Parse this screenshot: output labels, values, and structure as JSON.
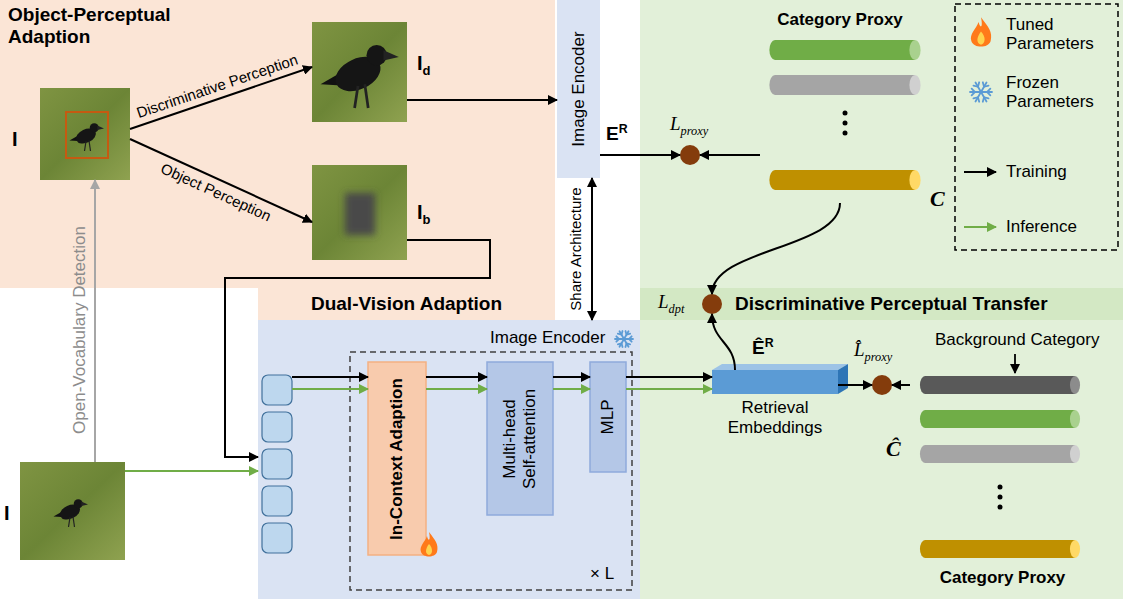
{
  "diagram": {
    "nodes": [
      {
        "text": [
          "Object-Perceptual Adaption"
        ]
      },
      {
        "text": [
          "I"
        ],
        "in": 0
      },
      {
        "text": [
          "Id"
        ],
        "in": 0
      },
      {
        "text": [
          "Ib"
        ],
        "in": 0
      },
      {
        "text": [
          "Image Encoder"
        ]
      },
      {
        "text": [
          "Category Proxy"
        ]
      },
      {
        "text": [
          "Lproxy"
        ]
      },
      {
        "text": [
          "Dual-Vision Adaption"
        ]
      },
      {
        "text": [
          "Image Encoder"
        ]
      },
      {
        "text": [
          "× L"
        ],
        "in": 8
      },
      {
        "text": [
          "In-Context Adaption"
        ],
        "in": 9
      },
      {
        "text": [
          "Multi-head Self-attention"
        ],
        "in": 9
      },
      {
        "text": [
          "MLP"
        ],
        "in": 9
      },
      {
        "text": [
          "Discriminative Perceptual Transfer"
        ]
      },
      {
        "text": [
          "Ldpt"
        ]
      },
      {
        "text": [
          "Retrieval Embeddings"
        ]
      },
      {
        "text": [
          "L̂proxy"
        ]
      },
      {
        "text": [
          "Category Proxy"
        ]
      },
      {
        "text": [
          "I"
        ]
      }
    ],
    "edges": [
      {
        "from": 18,
        "to": 1,
        "arrow": "to",
        "label": "Open-Vocabulary Detection"
      },
      {
        "from": 1,
        "to": 2,
        "arrow": "to",
        "label": "Discriminative Perception"
      },
      {
        "from": 1,
        "to": 3,
        "arrow": "to",
        "label": "Object Perception"
      },
      {
        "from": 2,
        "to": 4,
        "arrow": "to"
      },
      {
        "from": 3,
        "to": 8,
        "arrow": "to"
      },
      {
        "from": 18,
        "to": 8,
        "arrow": "to"
      },
      {
        "from": 4,
        "to": 6,
        "arrow": "to",
        "label": "ER"
      },
      {
        "from": 5,
        "to": 6,
        "arrow": "to"
      },
      {
        "from": 4,
        "to": 8,
        "arrow": "both",
        "label": "Share Architecture"
      },
      {
        "from": 5,
        "to": 14,
        "arrow": "to"
      },
      {
        "from": 15,
        "to": 14,
        "arrow": "to"
      },
      {
        "from": 10,
        "to": 11,
        "arrow": "to"
      },
      {
        "from": 10,
        "to": 11,
        "arrow": "to"
      },
      {
        "from": 11,
        "to": 12,
        "arrow": "to"
      },
      {
        "from": 11,
        "to": 12,
        "arrow": "to"
      },
      {
        "from": 12,
        "to": 15,
        "arrow": "to"
      },
      {
        "from": 12,
        "to": 15,
        "arrow": "to"
      },
      {
        "from": 15,
        "to": 16,
        "arrow": "to"
      },
      {
        "from": 17,
        "to": 16,
        "arrow": "to"
      }
    ],
    "labels": [
      "C",
      "ÊR",
      "Ĉ",
      "Background Category"
    ],
    "legend": [
      {
        "text": "Tuned Parameters"
      },
      {
        "text": "Frozen Parameters"
      },
      {
        "text": "Training"
      },
      {
        "text": "Inference"
      }
    ]
  }
}
